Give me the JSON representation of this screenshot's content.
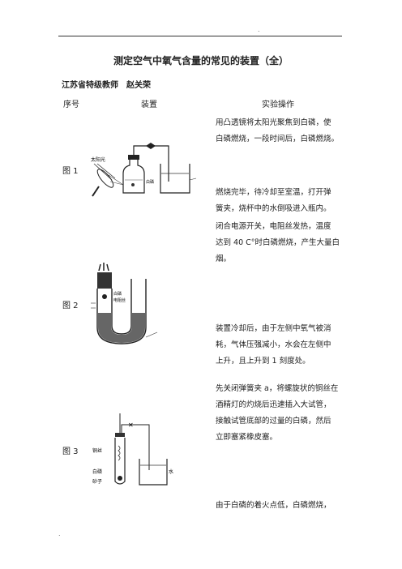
{
  "page": {
    "header_dot": ".",
    "footer_dot": ".",
    "title": "测定空气中氧气含量的常见的装置（全）",
    "author": "江苏省特级教师　赵关荣",
    "columns": [
      "序号",
      "装置",
      "实验操作"
    ]
  },
  "figures": [
    {
      "label": "图 1",
      "callouts": [
        "太阳光",
        "白磷"
      ]
    },
    {
      "label": "图 2",
      "callouts": [
        "白磷",
        "电阻丝"
      ]
    },
    {
      "label": "图 3",
      "callouts": [
        "铜丝",
        "白磷",
        "砂子",
        "水"
      ]
    }
  ],
  "operations": {
    "block1": [
      "用凸透镜将太阳光聚焦到白磷，使",
      "白磷燃烧，一段时间后，白磷燃烧。"
    ],
    "block2": [
      "燃烧完毕，待冷却至室温，打开弹",
      "簧夹，烧杯中的水倒吸进入瓶内。"
    ],
    "block3": [
      "闭合电源开关，电阻丝发热，温度",
      "达到 40  C°时白磷燃烧，产生大量白",
      "烟。"
    ],
    "block4": [
      "装置冷却后，由于左侧中氧气被消",
      "耗，气体压强减小，水会在左侧中",
      "上升，且上升到 1 刻度处。"
    ],
    "block5": [
      "先关闭弹簧夹 a，将螺旋状的铜丝在",
      "酒精灯的灼烧后迅速插入大试管，",
      "接触试管底部的过量的白磷，然后",
      "立即塞紧橡皮塞。"
    ],
    "block6": [
      "由于白磷的着火点低，白磷燃烧，"
    ]
  }
}
